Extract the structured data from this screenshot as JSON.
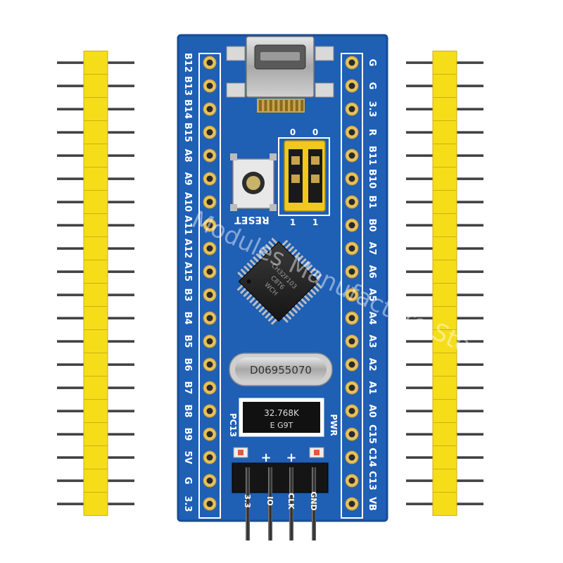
{
  "colors": {
    "pcb": "#1f5fb4",
    "pcb_edge": "#174c94",
    "header_plastic": "#f5dd1a",
    "pin_metal": "#3a3a3a",
    "pad_gold": "#e7c25a",
    "silkscreen": "#ffffff"
  },
  "board": {
    "left_pin_labels": [
      "B12",
      "B13",
      "B14",
      "B15",
      "A8",
      "A9",
      "A10",
      "A11",
      "A12",
      "A15",
      "B3",
      "B4",
      "B5",
      "B6",
      "B7",
      "B8",
      "B9",
      "5V",
      "G",
      "3.3"
    ],
    "right_pin_labels": [
      "G",
      "G",
      "3.3",
      "R",
      "B11",
      "B10",
      "B1",
      "B0",
      "A7",
      "A6",
      "A5",
      "A4",
      "A3",
      "A2",
      "A1",
      "A0",
      "C15",
      "C14",
      "C13",
      "VB"
    ],
    "reset_label": "RESET",
    "jumper_labels": [
      "0",
      "0",
      "1",
      "1"
    ],
    "led_label_left": "PC13",
    "led_label_right": "PWR",
    "plus_marks": [
      "+",
      "+"
    ],
    "chip_text": [
      "CH32F103",
      "C8T6",
      "WCH"
    ],
    "crystal_text": "D06955070",
    "rtc_crystal_text": [
      "32.768K",
      "E   G9T"
    ],
    "bottom_header_labels": [
      "3.3",
      "IO",
      "CLK",
      "GND"
    ]
  },
  "watermark": "Modules Manufacture Store"
}
